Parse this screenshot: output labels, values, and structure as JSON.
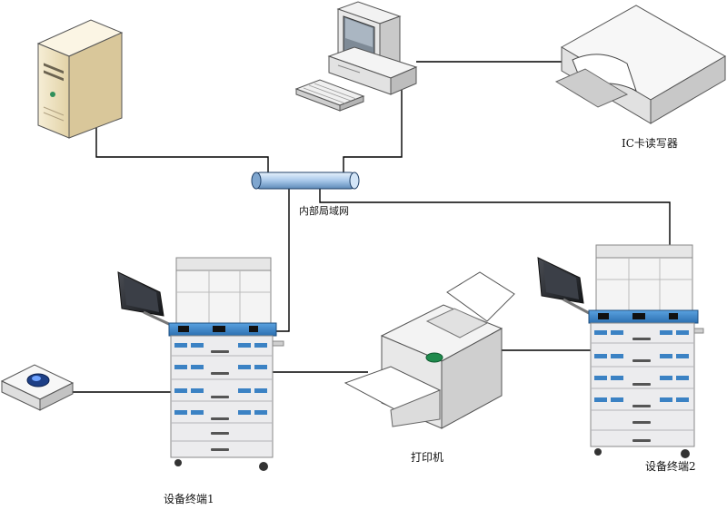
{
  "labels": {
    "ic_reader": "IC卡读写器",
    "lan": "内部局域网",
    "terminal1": "设备终端1",
    "terminal2": "设备终端2",
    "printer": "打印机"
  },
  "colors": {
    "line": "#000000",
    "server_body": "#f1e6c6",
    "pipe": "#a8c8ea",
    "cabinet_blue": "#3a84c9",
    "cabinet_body": "#e9e9ec",
    "screen": "#222428"
  },
  "icons": [
    "server-icon",
    "workstation-icon",
    "ic-card-reader-icon",
    "lan-hub-icon",
    "equipment-terminal-icon",
    "printer-icon",
    "card-scanner-icon"
  ]
}
